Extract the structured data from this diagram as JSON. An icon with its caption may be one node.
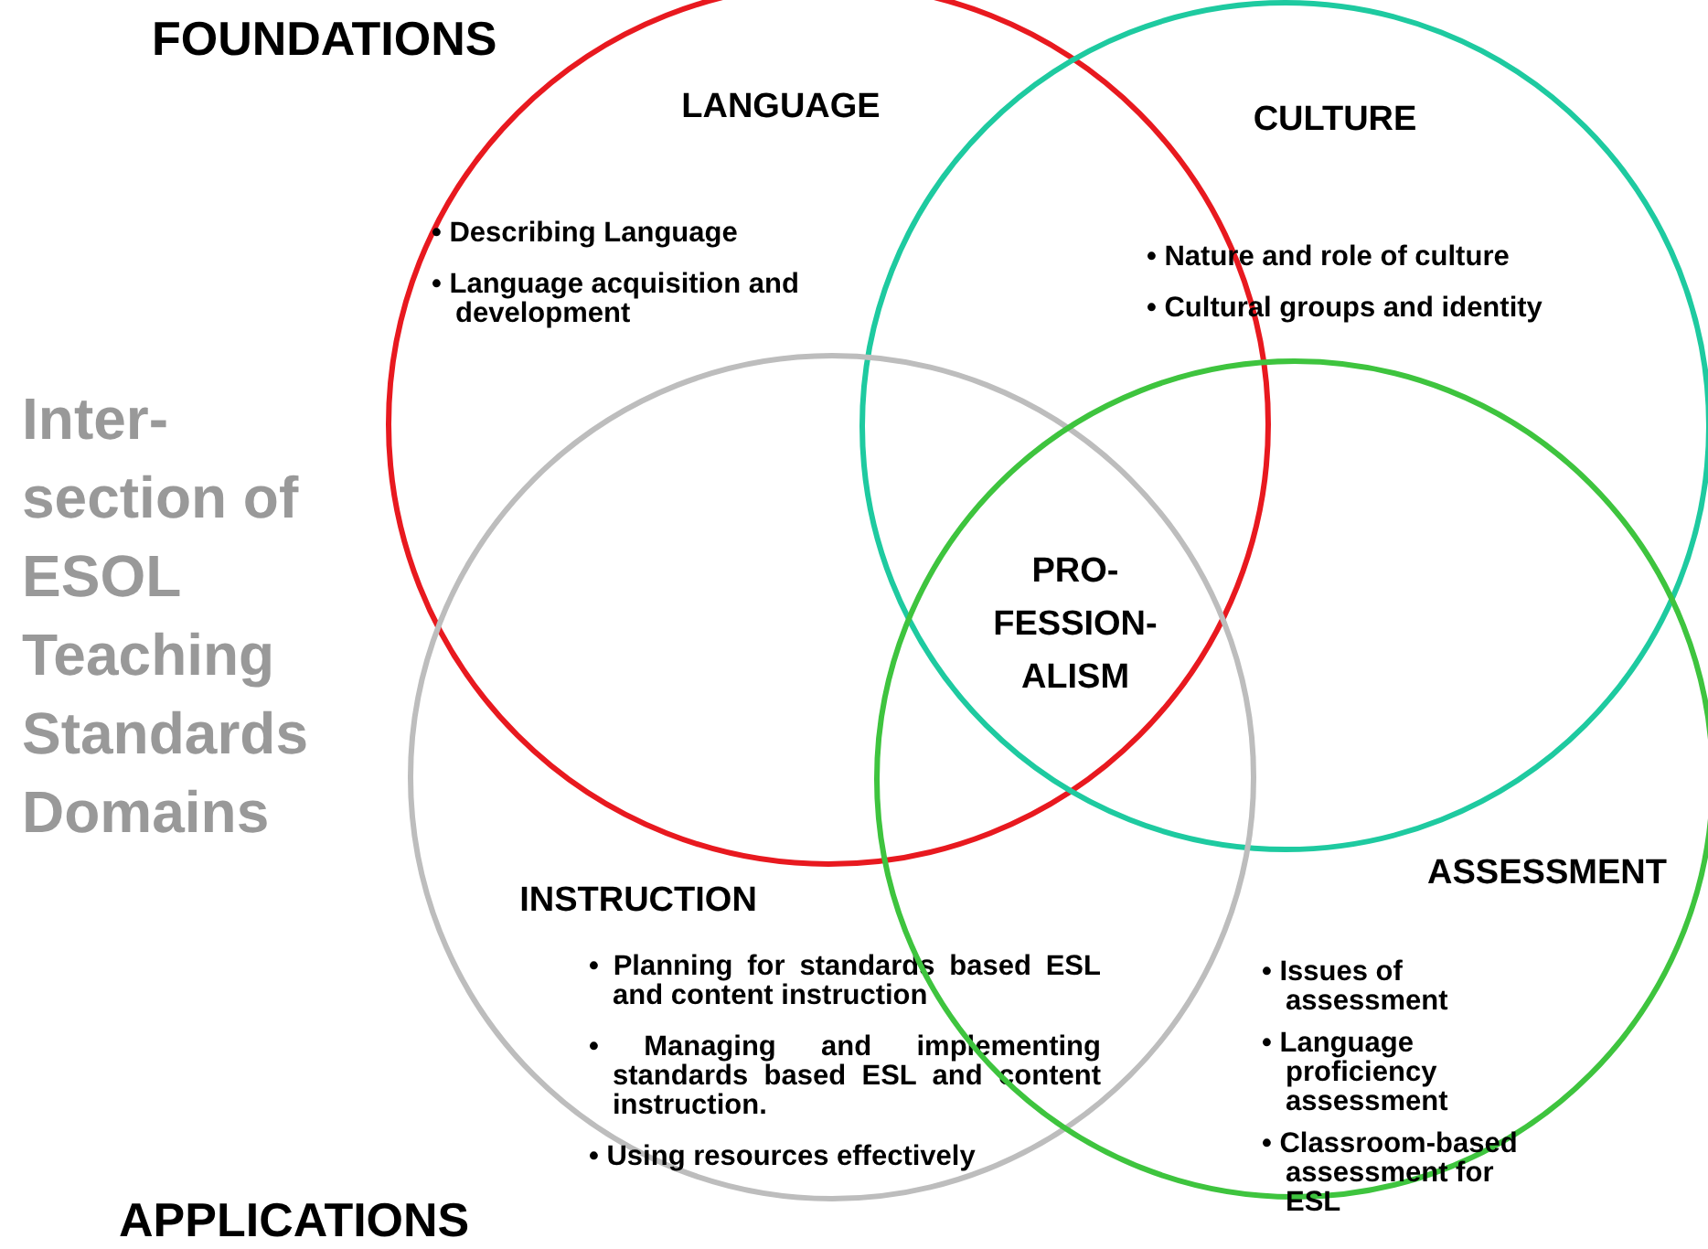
{
  "diagram": {
    "title": "Inter- section of ESOL Teaching Standards Domains",
    "nodes": [
      {
        "text": [
          "LANGUAGE",
          "• Describing Language",
          "• Language acquisition and development"
        ]
      },
      {
        "text": [
          "CULTURE",
          "• Nature and role of culture",
          "• Cultural groups and identity"
        ]
      },
      {
        "text": [
          "INSTRUCTION",
          "• Planning for standards based ESL and content instruction",
          "• Managing and implementing standards based ESL and content instruction.",
          "• Using resources effectively"
        ]
      },
      {
        "text": [
          "ASSESSMENT",
          "• Issues of assessment",
          "• Language proficiency assessment",
          "• Classroom-based assessment for ESL"
        ]
      }
    ],
    "edges": [],
    "labels": [
      "FOUNDATIONS",
      "PRO- FESSION- ALISM",
      "APPLICATIONS"
    ]
  }
}
